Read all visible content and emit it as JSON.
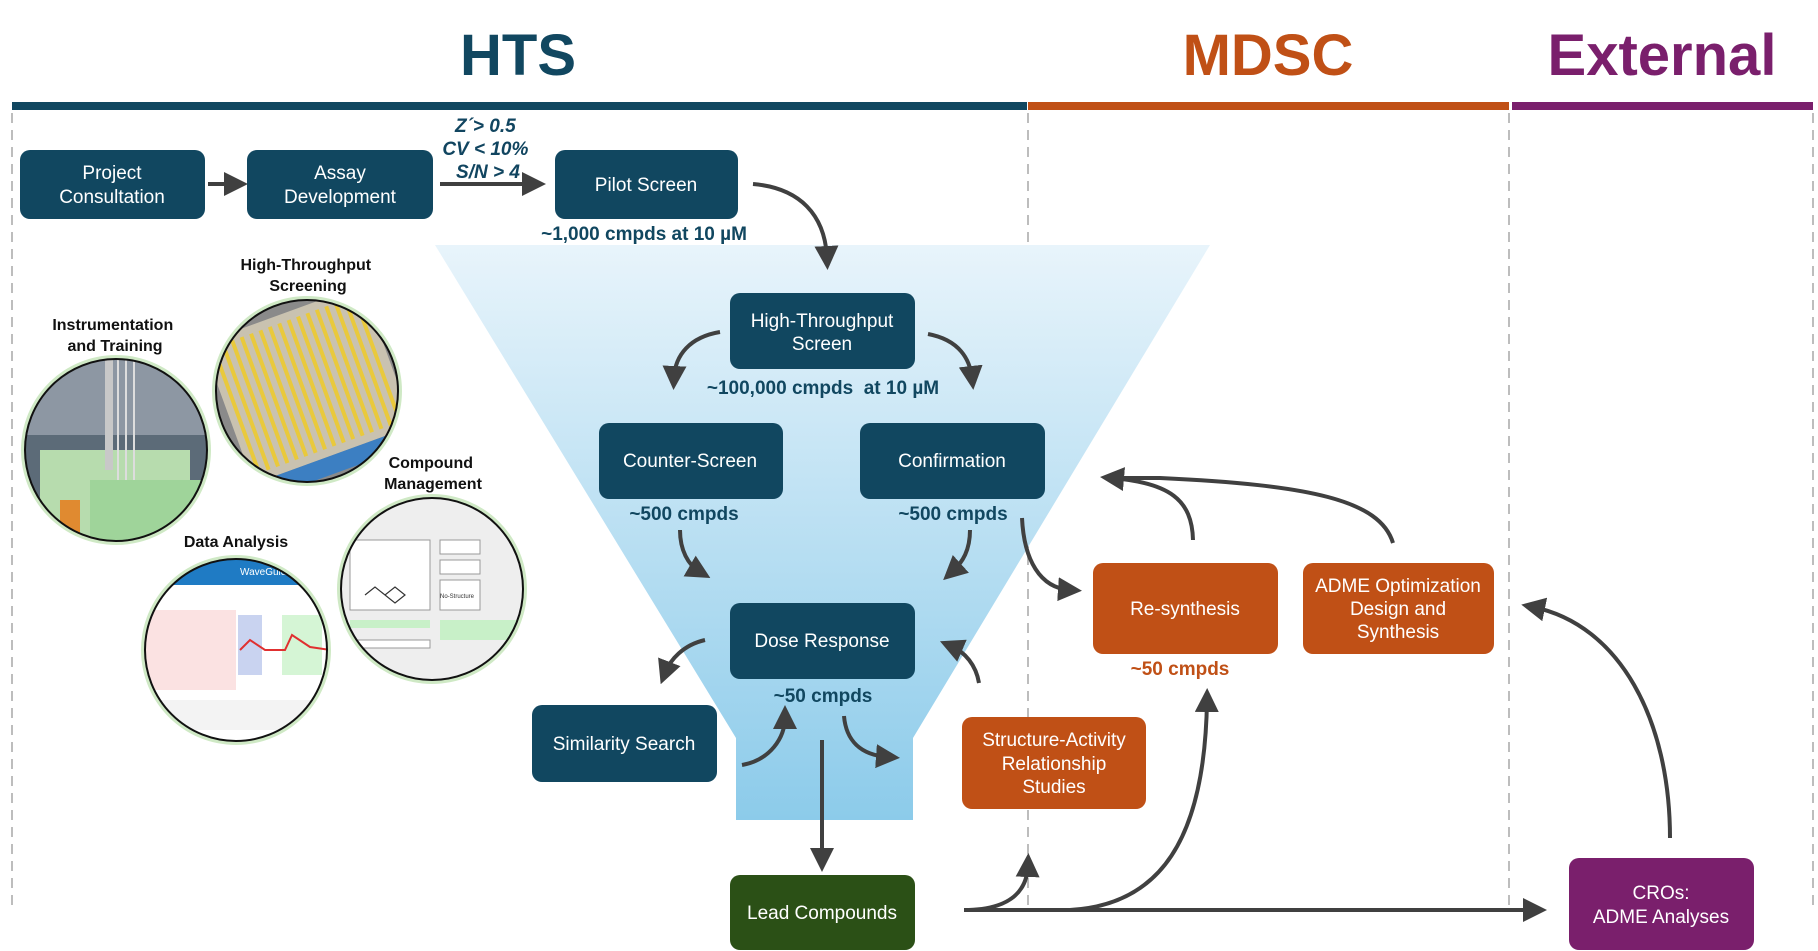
{
  "colors": {
    "hts": "#114760",
    "mdsc": "#c05016",
    "external": "#7a1f6c",
    "lead": "#2b5016",
    "arrow": "#404040",
    "funnel_top": "#e8f4fb",
    "funnel_bottom": "#8ccbea",
    "divider": "#bdbdbd"
  },
  "sections": {
    "hts": "HTS",
    "mdsc": "MDSC",
    "external": "External"
  },
  "criteria": [
    "Z´> 0.5",
    "CV < 10%",
    "S/N > 4"
  ],
  "boxes": {
    "project_consultation": [
      "Project",
      "Consultation"
    ],
    "assay_development": [
      "Assay",
      "Development"
    ],
    "pilot_screen": [
      "Pilot Screen"
    ],
    "hts_screen": [
      "High-Throughput",
      "Screen"
    ],
    "counter_screen": [
      "Counter-Screen"
    ],
    "confirmation": [
      "Confirmation"
    ],
    "dose_response": [
      "Dose Response"
    ],
    "similarity_search": [
      "Similarity Search"
    ],
    "sar_studies": [
      "Structure-Activity",
      "Relationship",
      "Studies"
    ],
    "lead_compounds": [
      "Lead Compounds"
    ],
    "resynthesis": [
      "Re-synthesis"
    ],
    "adme_optimization": [
      "ADME Optimization",
      "Design and",
      "Synthesis"
    ],
    "cros": [
      "CROs:",
      "ADME Analyses"
    ]
  },
  "counts": {
    "pilot": "~1,000 cmpds at 10 µM",
    "hts": "~100,000 cmpds  at 10 µM",
    "counter": "~500 cmpds",
    "confirmation": "~500 cmpds",
    "dose": "~50 cmpds",
    "resynthesis": "~50 cmpds"
  },
  "photos": {
    "instrumentation": [
      "Instrumentation",
      "and Training"
    ],
    "hts": [
      "High-Throughput",
      "Screening"
    ],
    "compound": [
      "Compound",
      "Management"
    ],
    "data": [
      "Data Analysis"
    ],
    "waveguide_label": "WaveGuide",
    "no_structure_label": "No-Structure"
  }
}
